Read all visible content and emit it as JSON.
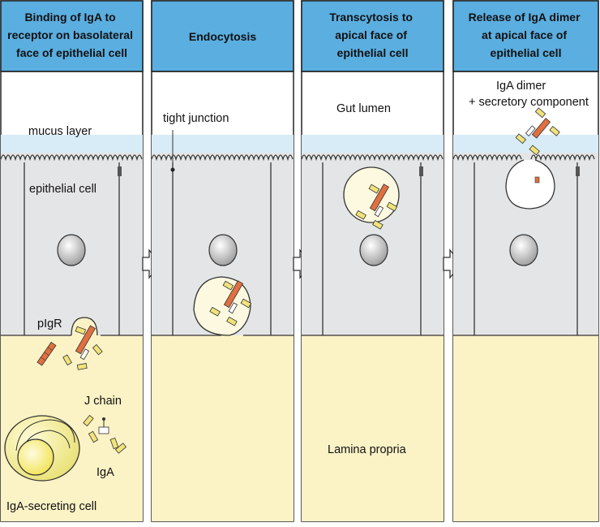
{
  "panels": [
    {
      "header": [
        "Binding of IgA to",
        "receptor on basolateral",
        "face of epithelial cell"
      ]
    },
    {
      "header": [
        "Endocytosis"
      ]
    },
    {
      "header": [
        "Transcytosis to",
        "apical face of",
        "epithelial cell"
      ]
    },
    {
      "header": [
        "Release of IgA dimer",
        "at apical face of",
        "epithelial cell"
      ]
    }
  ],
  "labels": {
    "mucus_layer": "mucus layer",
    "epithelial_cell": "epithelial cell",
    "pigr": "pIgR",
    "j_chain": "J chain",
    "iga": "IgA",
    "iga_secreting_cell": "IgA-secreting cell",
    "tight_junction": "tight junction",
    "gut_lumen": "Gut lumen",
    "lamina_propria": "Lamina propria",
    "iga_dimer": "IgA dimer",
    "secretory_component": "+ secretory component"
  },
  "colors": {
    "header_bg": "#5aaee0",
    "lumen_bg": "#ffffff",
    "mucus": "#d8ecf7",
    "cell": "#e4e5e6",
    "lamina_propria": "#fbf2c6",
    "igA_heavy": "#f1e27a",
    "pigr": "#e07040",
    "arrow_fill": "#ffffff"
  },
  "icons": [
    "right-arrow-icon"
  ]
}
